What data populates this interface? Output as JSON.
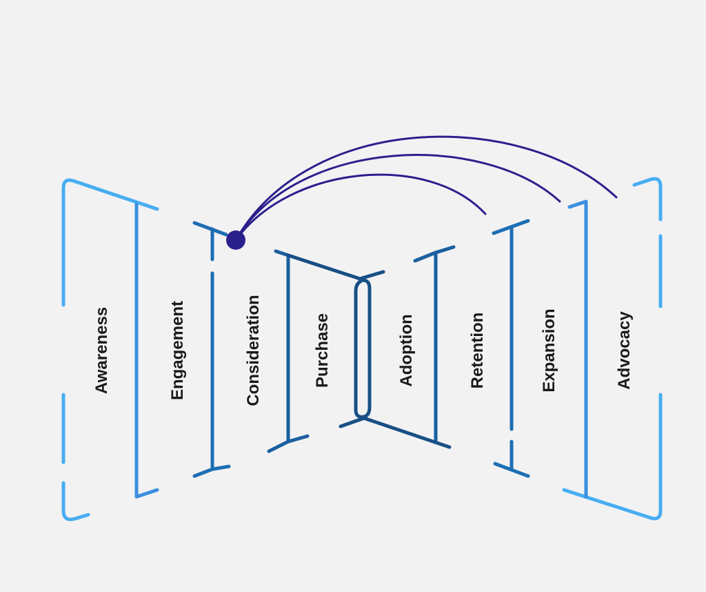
{
  "diagram": {
    "stages": [
      {
        "label": "Awareness"
      },
      {
        "label": "Engagement"
      },
      {
        "label": "Consideration"
      },
      {
        "label": "Purchase"
      },
      {
        "label": "Adoption"
      },
      {
        "label": "Retention"
      },
      {
        "label": "Expansion"
      },
      {
        "label": "Advocacy"
      }
    ],
    "colors": {
      "outer": "#47adf2",
      "mid": "#3b8fe0",
      "inner": "#1d6eb3",
      "center": "#174f85",
      "arc": "#2b1f8c",
      "text": "#1a1a1a",
      "background": "#f2f2f3"
    }
  }
}
